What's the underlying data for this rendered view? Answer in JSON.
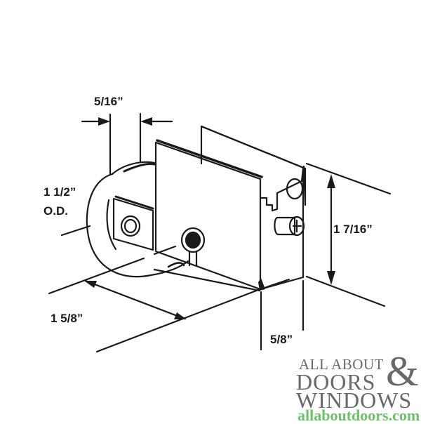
{
  "diagram": {
    "subject": "sliding door roller assembly",
    "dimensions": {
      "wheel_width": "5/16”",
      "wheel_od_line1": "1 1/2”",
      "wheel_od_line2": "O.D.",
      "height": "1 7/16”",
      "length": "1 5/8”",
      "housing_width": "5/8”"
    },
    "colors": {
      "line": "#1a1a1a",
      "background": "#ffffff"
    }
  },
  "logo": {
    "line1": "ALL ABOUT",
    "ampersand": "&",
    "line2": "DOORS",
    "line3": "WINDOWS",
    "url": "allaboutdoors.com",
    "colors": {
      "text": "#666a6d",
      "url": "#6cc26a"
    }
  }
}
